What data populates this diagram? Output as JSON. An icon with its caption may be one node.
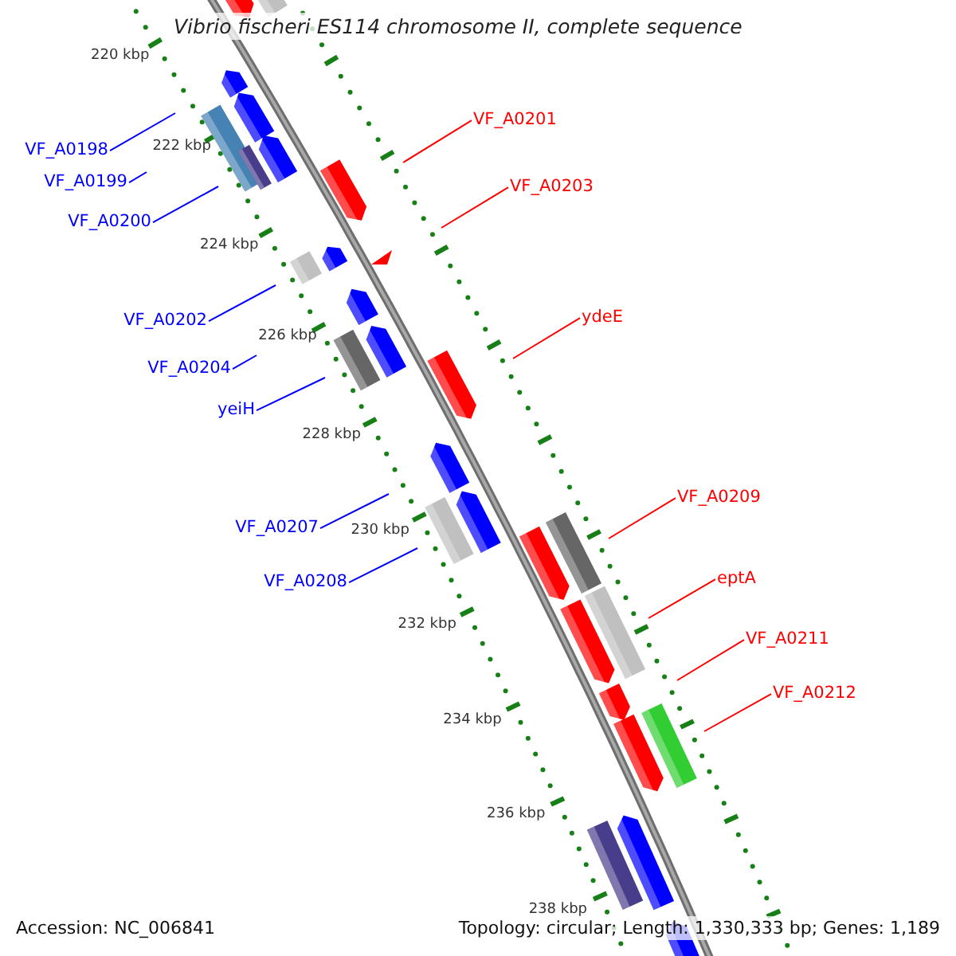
{
  "diagram": {
    "title": "Vibrio fischeri ES114 chromosome II, complete sequence",
    "nodes": [
      {
        "text": [
          "VF_A0201"
        ]
      },
      {
        "text": [
          "VF_A0198"
        ]
      },
      {
        "text": [
          "VF_A0199"
        ]
      },
      {
        "text": [
          "VF_A0203"
        ]
      },
      {
        "text": [
          "VF_A0200"
        ]
      },
      {
        "text": [
          "ydeE"
        ]
      },
      {
        "text": [
          "VF_A0202"
        ]
      },
      {
        "text": [
          "VF_A0204"
        ]
      },
      {
        "text": [
          "yeiH"
        ]
      },
      {
        "text": [
          "VF_A0209"
        ]
      },
      {
        "text": [
          "VF_A0207"
        ]
      },
      {
        "text": [
          "VF_A0208"
        ]
      },
      {
        "text": [
          "eptA"
        ]
      },
      {
        "text": [
          "VF_A0211"
        ]
      },
      {
        "text": [
          "VF_A0212"
        ]
      }
    ],
    "edges": [
      {
        "from": 0,
        "to": null,
        "arrow": "none",
        "color": "#ff0000"
      },
      {
        "from": 1,
        "to": null,
        "arrow": "none"
      },
      {
        "from": 2,
        "to": null,
        "arrow": "none"
      },
      {
        "from": 3,
        "to": null,
        "arrow": "none",
        "color": "#ff0000"
      },
      {
        "from": 4,
        "to": null,
        "arrow": "none"
      },
      {
        "from": 5,
        "to": null,
        "arrow": "none",
        "color": "#ff0000"
      },
      {
        "from": 6,
        "to": null,
        "arrow": "none"
      },
      {
        "from": 7,
        "to": null,
        "arrow": "none"
      },
      {
        "from": 8,
        "to": null,
        "arrow": "none"
      },
      {
        "from": 9,
        "to": null,
        "arrow": "none",
        "color": "#ff0000"
      },
      {
        "from": 10,
        "to": null,
        "arrow": "none"
      },
      {
        "from": 11,
        "to": null,
        "arrow": "none"
      },
      {
        "from": 12,
        "to": null,
        "arrow": "none",
        "color": "#ff0000"
      },
      {
        "from": 13,
        "to": null,
        "arrow": "none",
        "color": "#ff0000"
      },
      {
        "from": 14,
        "to": null,
        "arrow": "none",
        "color": "#ff0000"
      }
    ],
    "labels": [
      "220 kbp",
      "222 kbp",
      "224 kbp",
      "226 kbp",
      "228 kbp",
      "230 kbp",
      "232 kbp",
      "234 kbp",
      "236 kbp",
      "238 kbp",
      "Accession: NC_006841",
      "Topology: circular; Length: 1,330,333 bp; Genes: 1,189"
    ]
  }
}
